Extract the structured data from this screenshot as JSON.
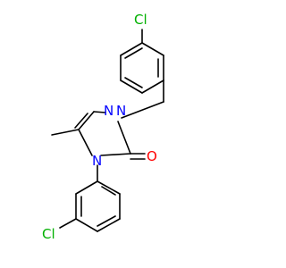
{
  "molecule": {
    "atoms": {
      "cl_top": "Cl",
      "n1": "N",
      "n2": "N",
      "n4": "N",
      "o": "O",
      "cl_bottom": "Cl"
    },
    "colors": {
      "bond": "#000000",
      "chlorine": "#00b000",
      "nitrogen": "#0000ff",
      "oxygen": "#ff0000"
    }
  }
}
